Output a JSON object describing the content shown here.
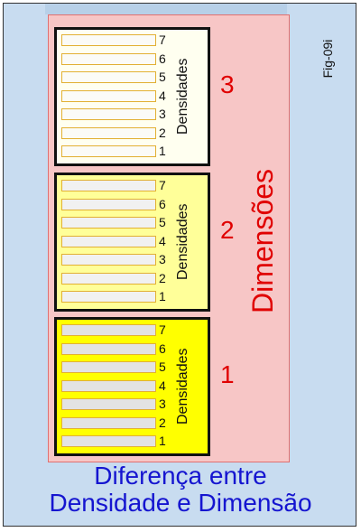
{
  "figure_label": "Fig-09i",
  "dimensions_label": "Dimensões",
  "densities_label": "Densidades",
  "density_levels": [
    "7",
    "6",
    "5",
    "4",
    "3",
    "2",
    "1"
  ],
  "groups": [
    {
      "number": "3",
      "fill": "#fffff0",
      "bar_fill": "#fbfbf7"
    },
    {
      "number": "2",
      "fill": "#ffff99",
      "bar_fill": "#f1f1f1"
    },
    {
      "number": "1",
      "fill": "#ffff00",
      "bar_fill": "#e3e3e3"
    }
  ],
  "title": {
    "line1": "Diferença entre",
    "line2": "Densidade e Dimensão"
  },
  "colors": {
    "accent_red": "#e00000",
    "title_blue": "#1515d0",
    "bar_border": "#e2b033"
  }
}
